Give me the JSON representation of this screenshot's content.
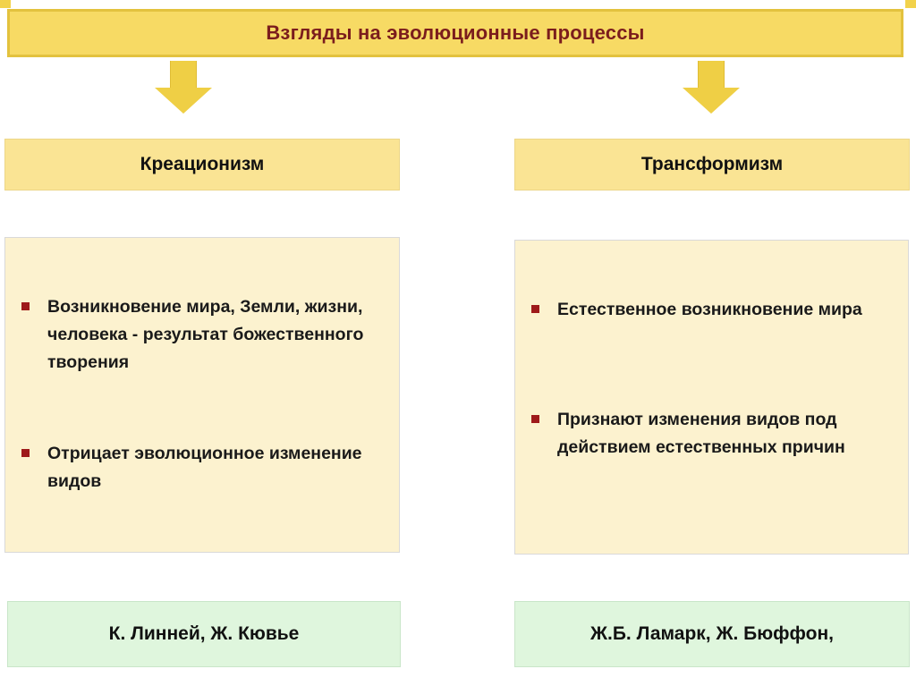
{
  "title": "Взгляды на эволюционные процессы",
  "colors": {
    "title_fill": "#f7da64",
    "title_border": "#e3c23e",
    "title_text": "#7b1d1d",
    "arrow_fill": "#efcf45",
    "header_fill": "#fae494",
    "content_fill": "#fcf2cf",
    "bullet_marker": "#9e1a1a",
    "footer_fill": "#dff6dd"
  },
  "columns": [
    {
      "header": "Креационизм",
      "bullets": [
        "Возникновение мира, Земли, жизни, человека - результат божественного творения",
        "Отрицает эволюционное изменение видов"
      ],
      "footer": "К. Линней, Ж. Кювье"
    },
    {
      "header": "Трансформизм",
      "bullets": [
        "Естественное возникновение мира",
        "Признают изменения видов под действием естественных причин"
      ],
      "footer": "Ж.Б. Ламарк, Ж. Бюффон,"
    }
  ]
}
